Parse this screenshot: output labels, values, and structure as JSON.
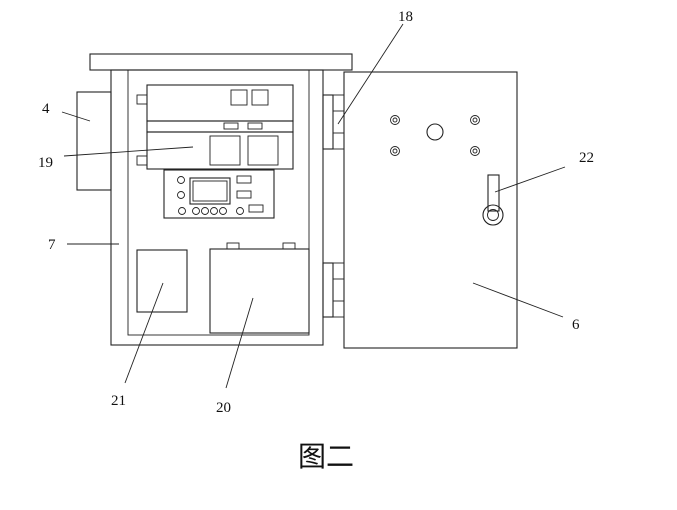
{
  "labels": {
    "l4": "4",
    "l19": "19",
    "l7": "7",
    "l21": "21",
    "l20": "20",
    "l18": "18",
    "l22": "22",
    "l6": "6"
  },
  "caption": "图二"
}
